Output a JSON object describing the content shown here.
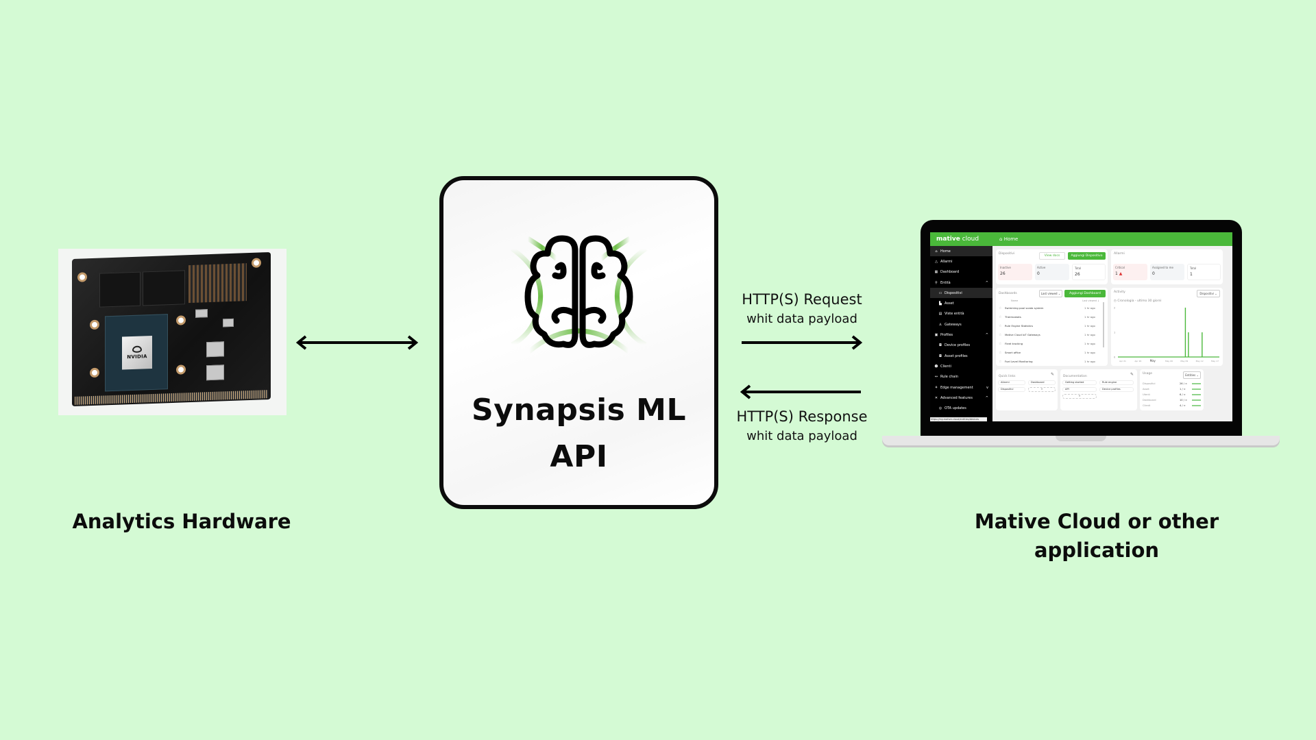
{
  "diagram": {
    "left_node": {
      "caption": "Analytics Hardware",
      "image": "nvidia-jetson-module",
      "chip_brand": "NVIDIA"
    },
    "center_node": {
      "title_line1": "Synapsis ML",
      "title_line2": "API",
      "icon": "brain-icon",
      "accent_color": "#6fbf4a"
    },
    "right_node": {
      "caption_line1": "Mative Cloud or other",
      "caption_line2": "application"
    },
    "connections": [
      {
        "from": "left_node",
        "to": "center_node",
        "direction": "bidirectional",
        "label": ""
      },
      {
        "from": "center_node",
        "to": "right_node",
        "direction": "forward",
        "label": "HTTP(S) Request",
        "sublabel": "whit data payload"
      },
      {
        "from": "right_node",
        "to": "center_node",
        "direction": "backward",
        "label": "HTTP(S) Response",
        "sublabel": "whit data payload"
      }
    ],
    "background_color": "#d4fad4"
  },
  "screen": {
    "brand_bold": "mative",
    "brand_light": "cloud",
    "breadcrumb": "Home",
    "brand_color": "#4ab83a",
    "sidebar": [
      {
        "label": "Home",
        "icon": "home-icon",
        "active": true
      },
      {
        "label": "Allarmi",
        "icon": "warning-icon"
      },
      {
        "label": "Dashboard",
        "icon": "grid-icon"
      },
      {
        "label": "Entità",
        "icon": "hierarchy-icon",
        "chevron": "up"
      },
      {
        "label": "Dispositivi",
        "icon": "device-icon",
        "sub": true,
        "selected": true
      },
      {
        "label": "Asset",
        "icon": "building-icon",
        "sub": true
      },
      {
        "label": "Viste entità",
        "icon": "table-icon",
        "sub": true
      },
      {
        "label": "Gateways",
        "icon": "gateway-icon",
        "sub": true
      },
      {
        "label": "Profiles",
        "icon": "profile-icon",
        "chevron": "up"
      },
      {
        "label": "Device profiles",
        "icon": "device-profile-icon",
        "sub": true
      },
      {
        "label": "Asset profiles",
        "icon": "asset-profile-icon",
        "sub": true
      },
      {
        "label": "Clienti",
        "icon": "users-icon"
      },
      {
        "label": "Rule chain",
        "icon": "code-icon"
      },
      {
        "label": "Edge management",
        "icon": "edge-icon",
        "chevron": "down"
      },
      {
        "label": "Advanced features",
        "icon": "tools-icon",
        "chevron": "up"
      },
      {
        "label": "OTA updates",
        "icon": "ota-icon",
        "sub": true
      }
    ],
    "status_url": "https://my.mative.cloud/entities/devices",
    "dispositivi": {
      "title": "Dispositivi",
      "view_docs": "View docs",
      "add_button": "Aggiungi Dispositivo",
      "stats": [
        {
          "label": "Inactive",
          "value": "26"
        },
        {
          "label": "Active",
          "value": "0"
        },
        {
          "label": "Total",
          "value": "26"
        }
      ]
    },
    "allarmi": {
      "title": "Allarmi",
      "stats": [
        {
          "label": "Critical",
          "value": "1"
        },
        {
          "label": "Assigned to me",
          "value": "0"
        },
        {
          "label": "Total",
          "value": "1"
        }
      ]
    },
    "dashboards": {
      "title": "Dashboards",
      "sort_select": "Last viewed",
      "add_button": "Aggiungi Dashboard",
      "col_name": "Name",
      "col_last": "Last viewed",
      "rows": [
        {
          "name": "Swimming pool scada system",
          "time": "1 hr ago"
        },
        {
          "name": "Thermostats",
          "time": "1 hr ago"
        },
        {
          "name": "Rule Engine Statistics",
          "time": "1 hr ago"
        },
        {
          "name": "Mative Cloud IoT Gateways",
          "time": "1 hr ago"
        },
        {
          "name": "Fleet tracking",
          "time": "1 hr ago"
        },
        {
          "name": "Smart office",
          "time": "1 hr ago"
        },
        {
          "name": "Fuel Level Monitoring",
          "time": "1 hr ago"
        }
      ]
    },
    "activity": {
      "title": "Activity",
      "select": "Dispositivi",
      "subtitle": "Cronologia - ultimo 30 giorni"
    },
    "quick_links": {
      "title": "Quick links",
      "links": [
        "Allarmi",
        "Dashboard",
        "Dispositivi"
      ],
      "add": "+"
    },
    "documentation": {
      "title": "Documentation",
      "links": [
        "Getting started",
        "Rule engine",
        "API",
        "Device profiles"
      ],
      "add": "+"
    },
    "usage": {
      "title": "Usage",
      "select": "Entities",
      "rows": [
        {
          "name": "Dispositivi",
          "value": "26 / ∞"
        },
        {
          "name": "Asset",
          "value": "1 / ∞"
        },
        {
          "name": "Utenti",
          "value": "6 / ∞"
        },
        {
          "name": "Dashboard",
          "value": "10 / ∞"
        },
        {
          "name": "Clienti",
          "value": "4 / ∞"
        }
      ]
    }
  },
  "chart_data": {
    "type": "bar",
    "title": "Cronologia - ultimo 30 giorni",
    "x_tick_labels": [
      "Apr 21",
      "Apr 26",
      "May",
      "May 06",
      "May 09",
      "May 12",
      "May 17"
    ],
    "y_tick_labels": [
      "0",
      "1",
      "2"
    ],
    "ylim": [
      0,
      2
    ],
    "series": [
      {
        "name": "Dispositivi",
        "points": [
          {
            "x": "May 07",
            "value": 2
          },
          {
            "x": "May 08",
            "value": 1
          },
          {
            "x": "May 11",
            "value": 1
          }
        ]
      }
    ],
    "x_positions": [
      0.665,
      0.695,
      0.83
    ],
    "color": "#4ab83a",
    "grid": false
  }
}
